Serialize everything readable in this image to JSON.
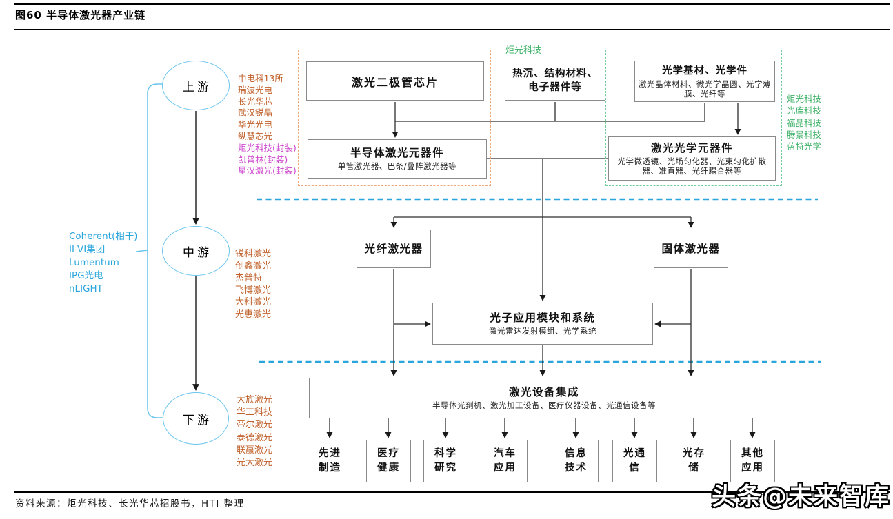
{
  "header": {
    "figure_title": "图60 半导体激光器产业链"
  },
  "stages": {
    "upstream": "上游",
    "midstream": "中游",
    "downstream": "下游"
  },
  "lists": {
    "upstream_companies": [
      "中电科13所",
      "瑞波光电",
      "长光华芯",
      "武汉锐晶",
      "华光光电",
      "纵慧芯光"
    ],
    "upstream_packaging": [
      "炬光科技(封装)",
      "凯普林(封装)",
      "星汉激光(封装)"
    ],
    "international": [
      "Coherent(相干)",
      "II-VI集团",
      "Lumentum",
      "IPG光电",
      "nLIGHT"
    ],
    "midstream_companies": [
      "锐科激光",
      "创鑫激光",
      "杰普特",
      "飞博激光",
      "大科激光",
      "光惠激光"
    ],
    "downstream_companies": [
      "大族激光",
      "华工科技",
      "帝尔激光",
      "泰德激光",
      "联赢激光",
      "光大激光"
    ],
    "optics_suppliers": [
      "炬光科技",
      "光库科技",
      "福晶科技",
      "腾景科技",
      "蓝特光学"
    ],
    "heatsink_supplier_label": "炬光科技"
  },
  "boxes": {
    "chip": {
      "title": "激光二极管芯片"
    },
    "semi": {
      "title": "半导体激光元器件",
      "subtitle": "单管激光器、巴条/叠阵激光器等"
    },
    "heatsink": {
      "title": "热沉、结构材料、电子器件等"
    },
    "optbase": {
      "title": "光学基材、光学件",
      "subtitle": "激光晶体材料、微光学晶圆、光学薄膜、光纤等"
    },
    "laseropt": {
      "title": "激光光学元器件",
      "subtitle": "光学微透镜、光场匀化器、光束匀化扩散器、准直器、光纤耦合器等"
    },
    "fiber": {
      "title": "光纤激光器"
    },
    "solid": {
      "title": "固体激光器"
    },
    "photonic": {
      "title": "光子应用模块和系统",
      "subtitle": "激光雷达发射模组、光学系统"
    },
    "integration": {
      "title": "激光设备集成",
      "subtitle": "半导体光刻机、激光加工设备、医疗仪器设备、光通信设备等"
    },
    "applications": [
      [
        "先进",
        "制造"
      ],
      [
        "医疗",
        "健康"
      ],
      [
        "科学",
        "研究"
      ],
      [
        "汽车",
        "应用"
      ],
      [
        "信息",
        "技术"
      ],
      [
        "光通",
        "信"
      ],
      [
        "光存",
        "储"
      ],
      [
        "其他",
        "应用"
      ]
    ]
  },
  "footer": {
    "source": "资料来源：炬光科技、长光华芯招股书，HTI 整理",
    "watermark": "头条@未来智库"
  },
  "colors": {
    "accent_blue": "#2BA6DD",
    "orange_text": "#C0612B",
    "magenta_text": "#CC44CC",
    "green_text": "#3DB167",
    "circle_border": "#6CC5EE",
    "orange_dash": "#F0A879",
    "green_dash": "#6FCF9A"
  }
}
